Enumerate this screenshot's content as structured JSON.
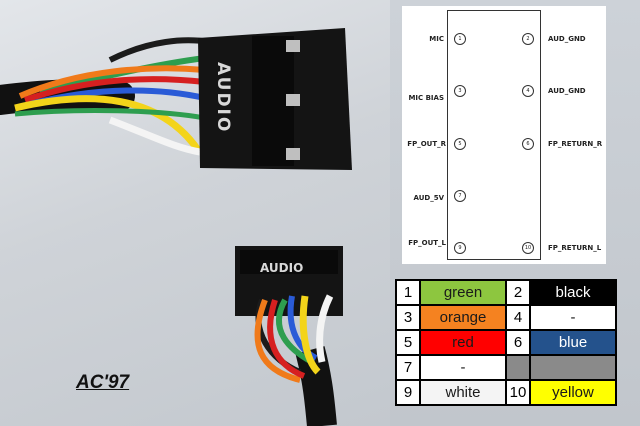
{
  "photo": {
    "caption": "AC'97",
    "connector_label_top": "AUDIO",
    "connector_label_bottom": "AUDIO"
  },
  "pinout": {
    "pins": [
      {
        "num": "1",
        "label": "MIC"
      },
      {
        "num": "2",
        "label": "AUD_GND"
      },
      {
        "num": "3",
        "label": "MIC BIAS"
      },
      {
        "num": "4",
        "label": "AUD_GND"
      },
      {
        "num": "5",
        "label": "FP_OUT_R"
      },
      {
        "num": "6",
        "label": "FP_RETURN_R"
      },
      {
        "num": "7",
        "label": "AUD_5V"
      },
      {
        "num": "9",
        "label": "FP_OUT_L"
      },
      {
        "num": "10",
        "label": "FP_RETURN_L"
      }
    ]
  },
  "color_table": {
    "rows": [
      {
        "left_num": "1",
        "left_color": "green",
        "left_bg": "#8dc63f",
        "left_fg": "#1a1a1a",
        "right_num": "2",
        "right_color": "black",
        "right_bg": "#000000",
        "right_fg": "#ffffff"
      },
      {
        "left_num": "3",
        "left_color": "orange",
        "left_bg": "#f58220",
        "left_fg": "#1a1a1a",
        "right_num": "4",
        "right_color": "-",
        "right_bg": "#ffffff",
        "right_fg": "#1a1a1a"
      },
      {
        "left_num": "5",
        "left_color": "red",
        "left_bg": "#ff0000",
        "left_fg": "#1a1a1a",
        "right_num": "6",
        "right_color": "blue",
        "right_bg": "#24528c",
        "right_fg": "#ffffff"
      },
      {
        "left_num": "7",
        "left_color": "-",
        "left_bg": "#ffffff",
        "left_fg": "#1a1a1a",
        "right_num": "",
        "right_color": "",
        "right_bg": "#8a8a8a",
        "right_fg": "#1a1a1a"
      },
      {
        "left_num": "9",
        "left_color": "white",
        "left_bg": "#f4f4f4",
        "left_fg": "#1a1a1a",
        "right_num": "10",
        "right_color": "yellow",
        "right_bg": "#ffff00",
        "right_fg": "#1a1a1a"
      }
    ]
  },
  "wire_colors": {
    "black": "#1b1b1b",
    "green": "#2e9e4f",
    "orange": "#f07a1a",
    "red": "#d62020",
    "blue": "#2a5bd7",
    "yellow": "#f3d41a",
    "white": "#f4f4f4"
  }
}
